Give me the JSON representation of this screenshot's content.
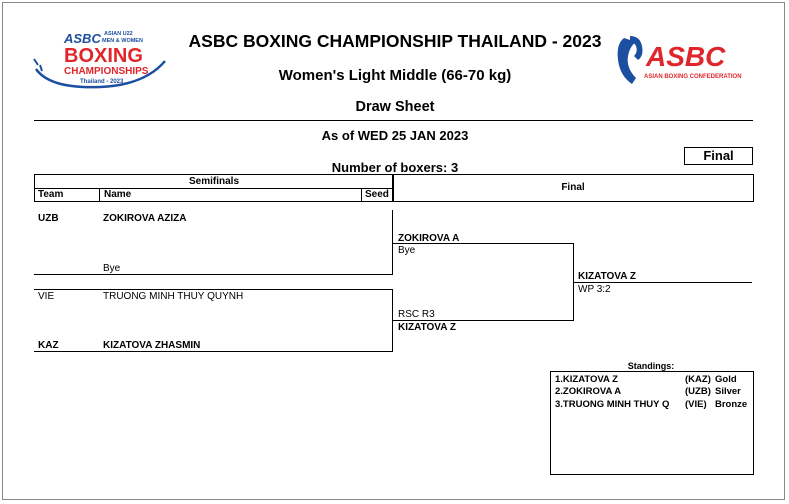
{
  "header": {
    "title": "ASBC BOXING CHAMPIONSHIP THAILAND - 2023",
    "category": "Women's Light Middle (66-70 kg)",
    "doc_type": "Draw Sheet",
    "as_of": "As of WED 25 JAN 2023",
    "num_boxers": "Number of boxers: 3",
    "final_box": "Final"
  },
  "logo_left": {
    "line1": "ASBC",
    "line2": "ASIAN U22",
    "line3": "MEN & WOMEN",
    "line4": "BOXING",
    "line5": "CHAMPIONSHIPS",
    "line6": "Thailand - 2023",
    "primary": "#1d4fa0",
    "accent": "#e0262b"
  },
  "logo_right": {
    "brand": "ASBC",
    "tagline": "ASIAN BOXING CONFEDERATION",
    "primary": "#1d4fa0",
    "accent": "#e0262b"
  },
  "table_header": {
    "semifinals": "Semifinals",
    "team": "Team",
    "name": "Name",
    "seed": "Seed",
    "final": "Final"
  },
  "semis": [
    {
      "team": "UZB",
      "name": "ZOKIROVA AZIZA"
    },
    {
      "team": "",
      "name": "Bye"
    },
    {
      "team": "VIE",
      "name": "TRUONG MINH THUY QUYNH"
    },
    {
      "team": "KAZ",
      "name": "KIZATOVA ZHASMIN"
    }
  ],
  "round2": [
    {
      "winner": "ZOKIROVA A",
      "result": "Bye"
    },
    {
      "winner": "KIZATOVA Z",
      "result": "RSC R3"
    }
  ],
  "final": {
    "winner": "KIZATOVA Z",
    "result": "WP 3:2"
  },
  "standings": {
    "title": "Standings:",
    "rows": [
      {
        "rank": "1.KIZATOVA Z",
        "team": "(KAZ)",
        "medal": "Gold"
      },
      {
        "rank": "2.ZOKIROVA A",
        "team": "(UZB)",
        "medal": "Silver"
      },
      {
        "rank": "3.TRUONG MINH THUY Q",
        "team": "(VIE)",
        "medal": "Bronze"
      }
    ]
  }
}
